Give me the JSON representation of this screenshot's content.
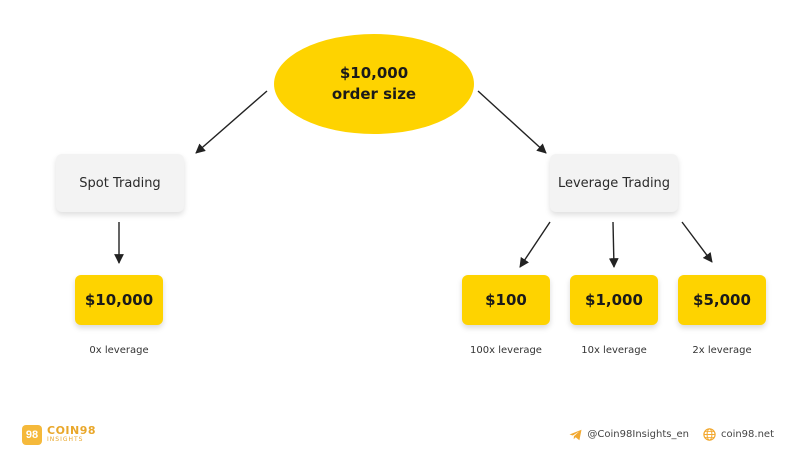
{
  "root": {
    "amount": "$10,000",
    "label": "order size"
  },
  "branches": {
    "spot": {
      "title": "Spot Trading"
    },
    "leverage": {
      "title": "Leverage Trading"
    }
  },
  "outcomes": [
    {
      "amount": "$10,000",
      "leverage": "0x leverage"
    },
    {
      "amount": "$100",
      "leverage": "100x leverage"
    },
    {
      "amount": "$1,000",
      "leverage": "10x leverage"
    },
    {
      "amount": "$5,000",
      "leverage": "2x leverage"
    }
  ],
  "footer": {
    "brand": "COIN98",
    "brand_sub": "INSIGHTS",
    "brand_badge": "98",
    "telegram": "@Coin98Insights_en",
    "website": "coin98.net"
  },
  "colors": {
    "accent": "#fed300",
    "box": "#f3f3f3",
    "brand": "#e9a72a"
  },
  "icons": {
    "telegram": "telegram-icon",
    "globe": "globe-icon"
  }
}
